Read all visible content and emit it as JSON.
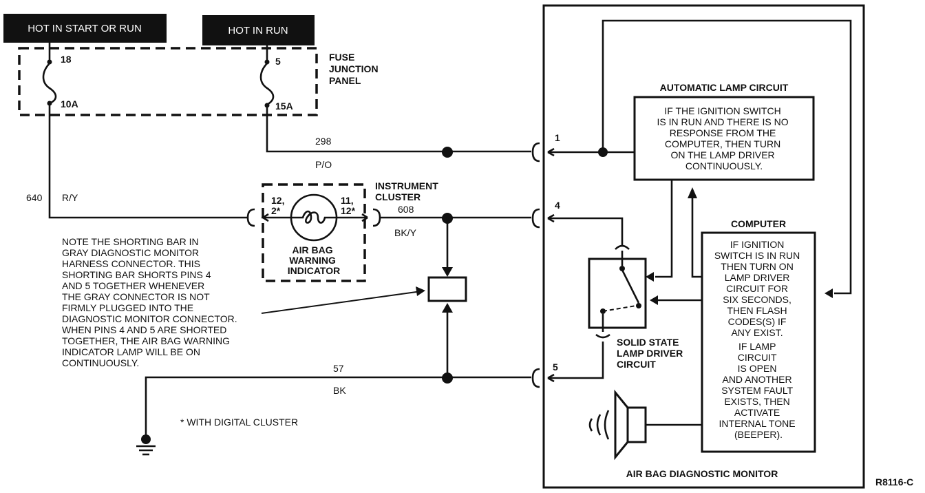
{
  "headers": {
    "hot_start_run": "HOT IN START OR RUN",
    "hot_run": "HOT IN RUN"
  },
  "fuse_panel": {
    "label_lines": [
      "FUSE",
      "JUNCTION",
      "PANEL"
    ],
    "fuse_a_number": "18",
    "fuse_a_rating": "10A",
    "fuse_b_number": "5",
    "fuse_b_rating": "15A"
  },
  "wires": {
    "w298_number": "298",
    "w298_color": "P/O",
    "w640_number": "640",
    "w640_color": "R/Y",
    "w608_number": "608",
    "w608_color": "BK/Y",
    "w57_number": "57",
    "w57_color": "BK"
  },
  "instrument_cluster": {
    "label_lines": [
      "INSTRUMENT",
      "CLUSTER"
    ],
    "left_pins": [
      "12,",
      "2*"
    ],
    "right_pins": [
      "11,",
      "12*"
    ],
    "indicator_lines": [
      "AIR BAG",
      "WARNING",
      "INDICATOR"
    ]
  },
  "note_lines": [
    "NOTE THE SHORTING BAR IN",
    "GRAY DIAGNOSTIC MONITOR",
    "HARNESS CONNECTOR. THIS",
    "SHORTING BAR SHORTS PINS 4",
    "AND 5 TOGETHER WHENEVER",
    "THE GRAY CONNECTOR IS NOT",
    "FIRMLY PLUGGED INTO THE",
    "DIAGNOSTIC MONITOR CONNECTOR.",
    "WHEN PINS 4 AND 5 ARE SHORTED",
    "TOGETHER, THE AIR BAG WARNING",
    "INDICATOR LAMP WILL BE ON",
    "CONTINUOUSLY."
  ],
  "footnote": "* WITH DIGITAL CLUSTER",
  "monitor": {
    "pins": [
      "1",
      "4",
      "5"
    ],
    "auto_lamp_title": "AUTOMATIC LAMP CIRCUIT",
    "auto_lamp_lines": [
      "IF THE IGNITION SWITCH",
      "IS IN RUN AND THERE IS NO",
      "RESPONSE FROM THE",
      "COMPUTER, THEN TURN",
      "ON THE LAMP DRIVER",
      "CONTINUOUSLY."
    ],
    "computer_title": "COMPUTER",
    "computer_lines": [
      "IF IGNITION",
      "SWITCH IS IN RUN",
      "THEN TURN ON",
      "LAMP DRIVER",
      "CIRCUIT FOR",
      "SIX SECONDS,",
      "THEN FLASH",
      "CODES(S) IF",
      "ANY EXIST.",
      "IF LAMP",
      "CIRCUIT",
      "IS OPEN",
      "AND ANOTHER",
      "SYSTEM FAULT",
      "EXISTS, THEN",
      "ACTIVATE",
      "INTERNAL TONE",
      "(BEEPER)."
    ],
    "driver_lines": [
      "SOLID STATE",
      "LAMP DRIVER",
      "CIRCUIT"
    ],
    "title": "AIR BAG DIAGNOSTIC MONITOR"
  },
  "figure_code": "R8116-C"
}
